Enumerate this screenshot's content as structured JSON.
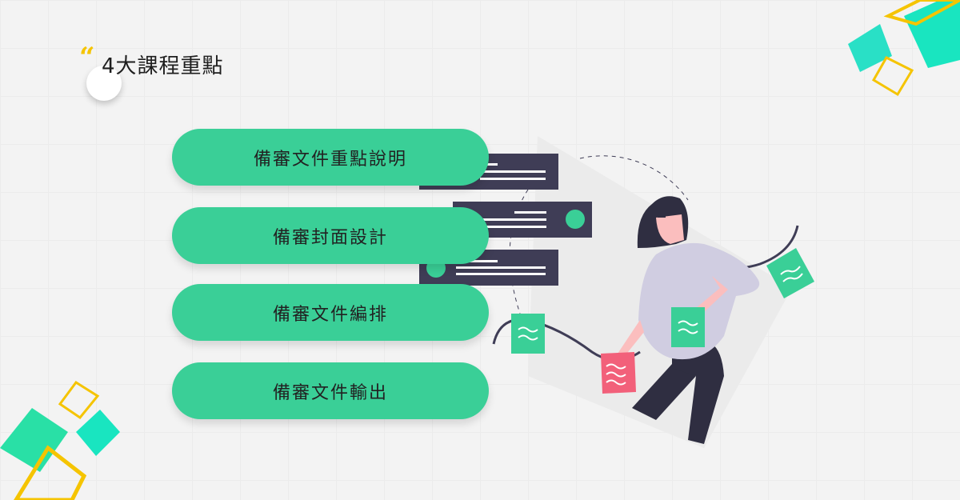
{
  "header": {
    "quote_mark": "“",
    "title": "4大課程重點"
  },
  "items": [
    {
      "label": "備審文件重點說明"
    },
    {
      "label": "備審封面設計"
    },
    {
      "label": "備審文件編排"
    },
    {
      "label": "備審文件輸出"
    }
  ],
  "colors": {
    "accent": "#3acf97",
    "dark": "#3f3d56",
    "pink": "#f2607a",
    "yellow": "#f5c400",
    "shirt": "#d0cde1",
    "skin": "#fbbebe"
  }
}
